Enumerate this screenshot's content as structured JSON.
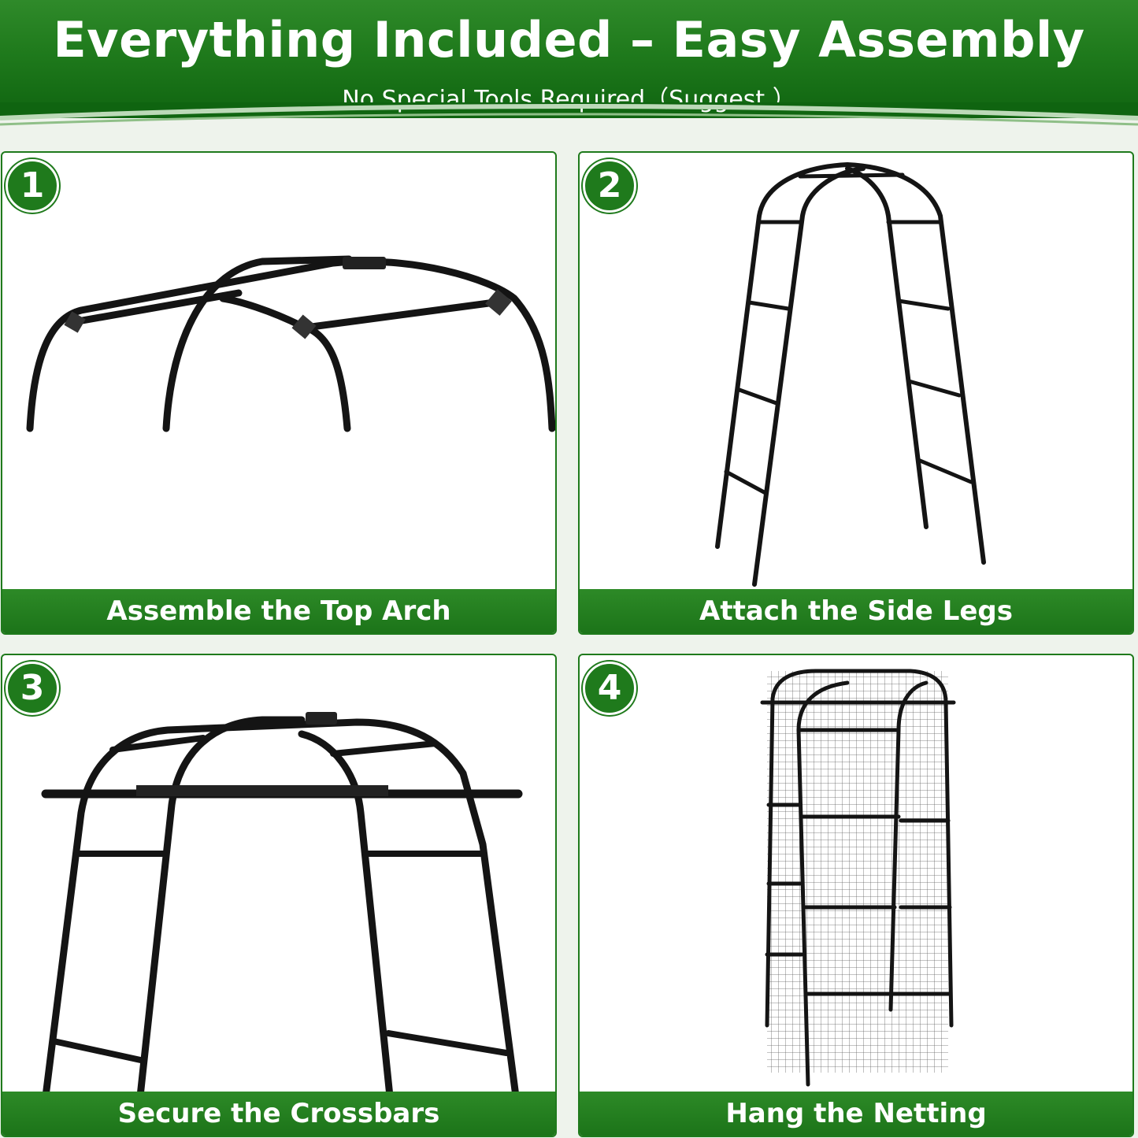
{
  "header": {
    "title": "Everything Included – Easy Assembly",
    "subtitle": "No Special Tools Required（Suggest ）"
  },
  "steps": [
    {
      "number": "1",
      "caption": "Assemble the Top Arch"
    },
    {
      "number": "2",
      "caption": "Attach the Side Legs"
    },
    {
      "number": "3",
      "caption": "Secure the Crossbars"
    },
    {
      "number": "4",
      "caption": "Hang the Netting"
    }
  ],
  "colors": {
    "brand_green": "#1f7a1c",
    "frame": "#141414",
    "background": "#eef3ec"
  }
}
